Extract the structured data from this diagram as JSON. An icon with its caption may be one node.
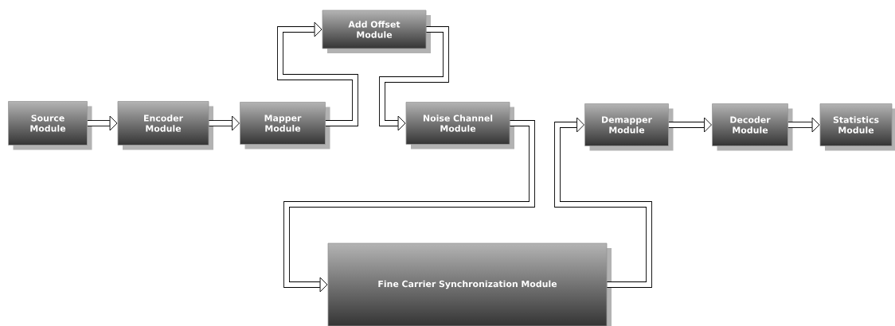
{
  "diagram": {
    "nodes": [
      {
        "text": [
          "Source Module"
        ]
      },
      {
        "text": [
          "Encoder Module"
        ]
      },
      {
        "text": [
          "Mapper Module"
        ]
      },
      {
        "text": [
          "Add Offset Module"
        ]
      },
      {
        "text": [
          "Noise Channel Module"
        ]
      },
      {
        "text": [
          "Fine Carrier Synchronization Module"
        ]
      },
      {
        "text": [
          "Demapper Module"
        ]
      },
      {
        "text": [
          "Decoder Module"
        ]
      },
      {
        "text": [
          "Statistics Module"
        ]
      }
    ],
    "edges": [
      {
        "from": 0,
        "to": 1,
        "arrow": "to"
      },
      {
        "from": 1,
        "to": 2,
        "arrow": "to"
      },
      {
        "from": 2,
        "to": 3,
        "arrow": "to"
      },
      {
        "from": 3,
        "to": 4,
        "arrow": "to"
      },
      {
        "from": 4,
        "to": 5,
        "arrow": "to"
      },
      {
        "from": 5,
        "to": 6,
        "arrow": "to"
      },
      {
        "from": 6,
        "to": 7,
        "arrow": "to"
      },
      {
        "from": 7,
        "to": 8,
        "arrow": "to"
      }
    ]
  }
}
